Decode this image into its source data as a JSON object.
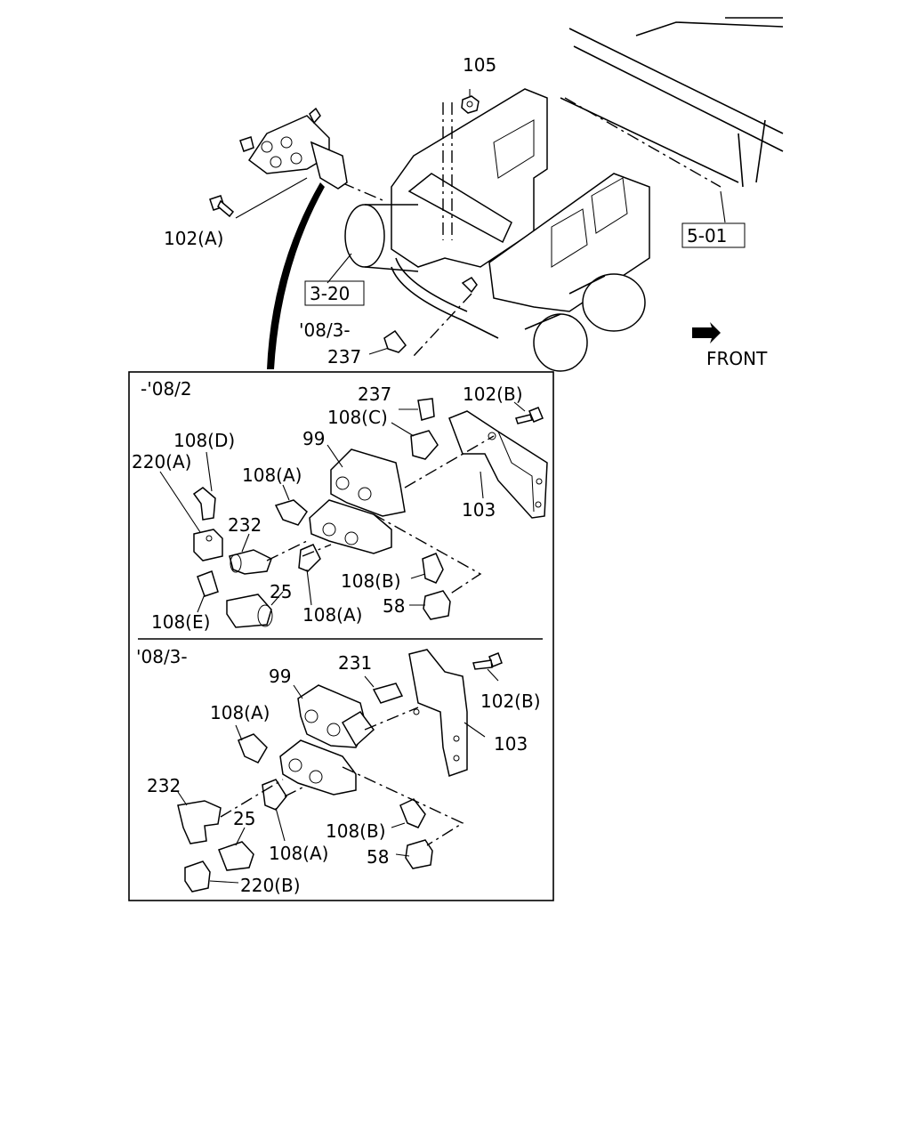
{
  "callouts": {
    "c105": "105",
    "c102a": "102(A)",
    "c320": "3-20",
    "c501": "5-01",
    "c0803_top": "'08/3-",
    "c237_top": "237",
    "front": "FRONT"
  },
  "inset_top": {
    "period": "-'08/2",
    "labels": {
      "l237": "237",
      "l102b": "102(B)",
      "l108c": "108(C)",
      "l99": "99",
      "l108d": "108(D)",
      "l220a": "220(A)",
      "l108a_1": "108(A)",
      "l103": "103",
      "l232": "232",
      "l25": "25",
      "l108b": "108(B)",
      "l108e": "108(E)",
      "l108a_2": "108(A)",
      "l58": "58"
    }
  },
  "inset_bottom": {
    "period": "'08/3-",
    "labels": {
      "l99": "99",
      "l231": "231",
      "l102b": "102(B)",
      "l108a_1": "108(A)",
      "l103": "103",
      "l232": "232",
      "l25": "25",
      "l108b": "108(B)",
      "l108a_2": "108(A)",
      "l58": "58",
      "l220b": "220(B)"
    }
  },
  "icons": [
    "front-arrow-icon",
    "valve-assembly-icon",
    "frame-crossmember-icon",
    "bracket-icon",
    "fitting-icon"
  ]
}
